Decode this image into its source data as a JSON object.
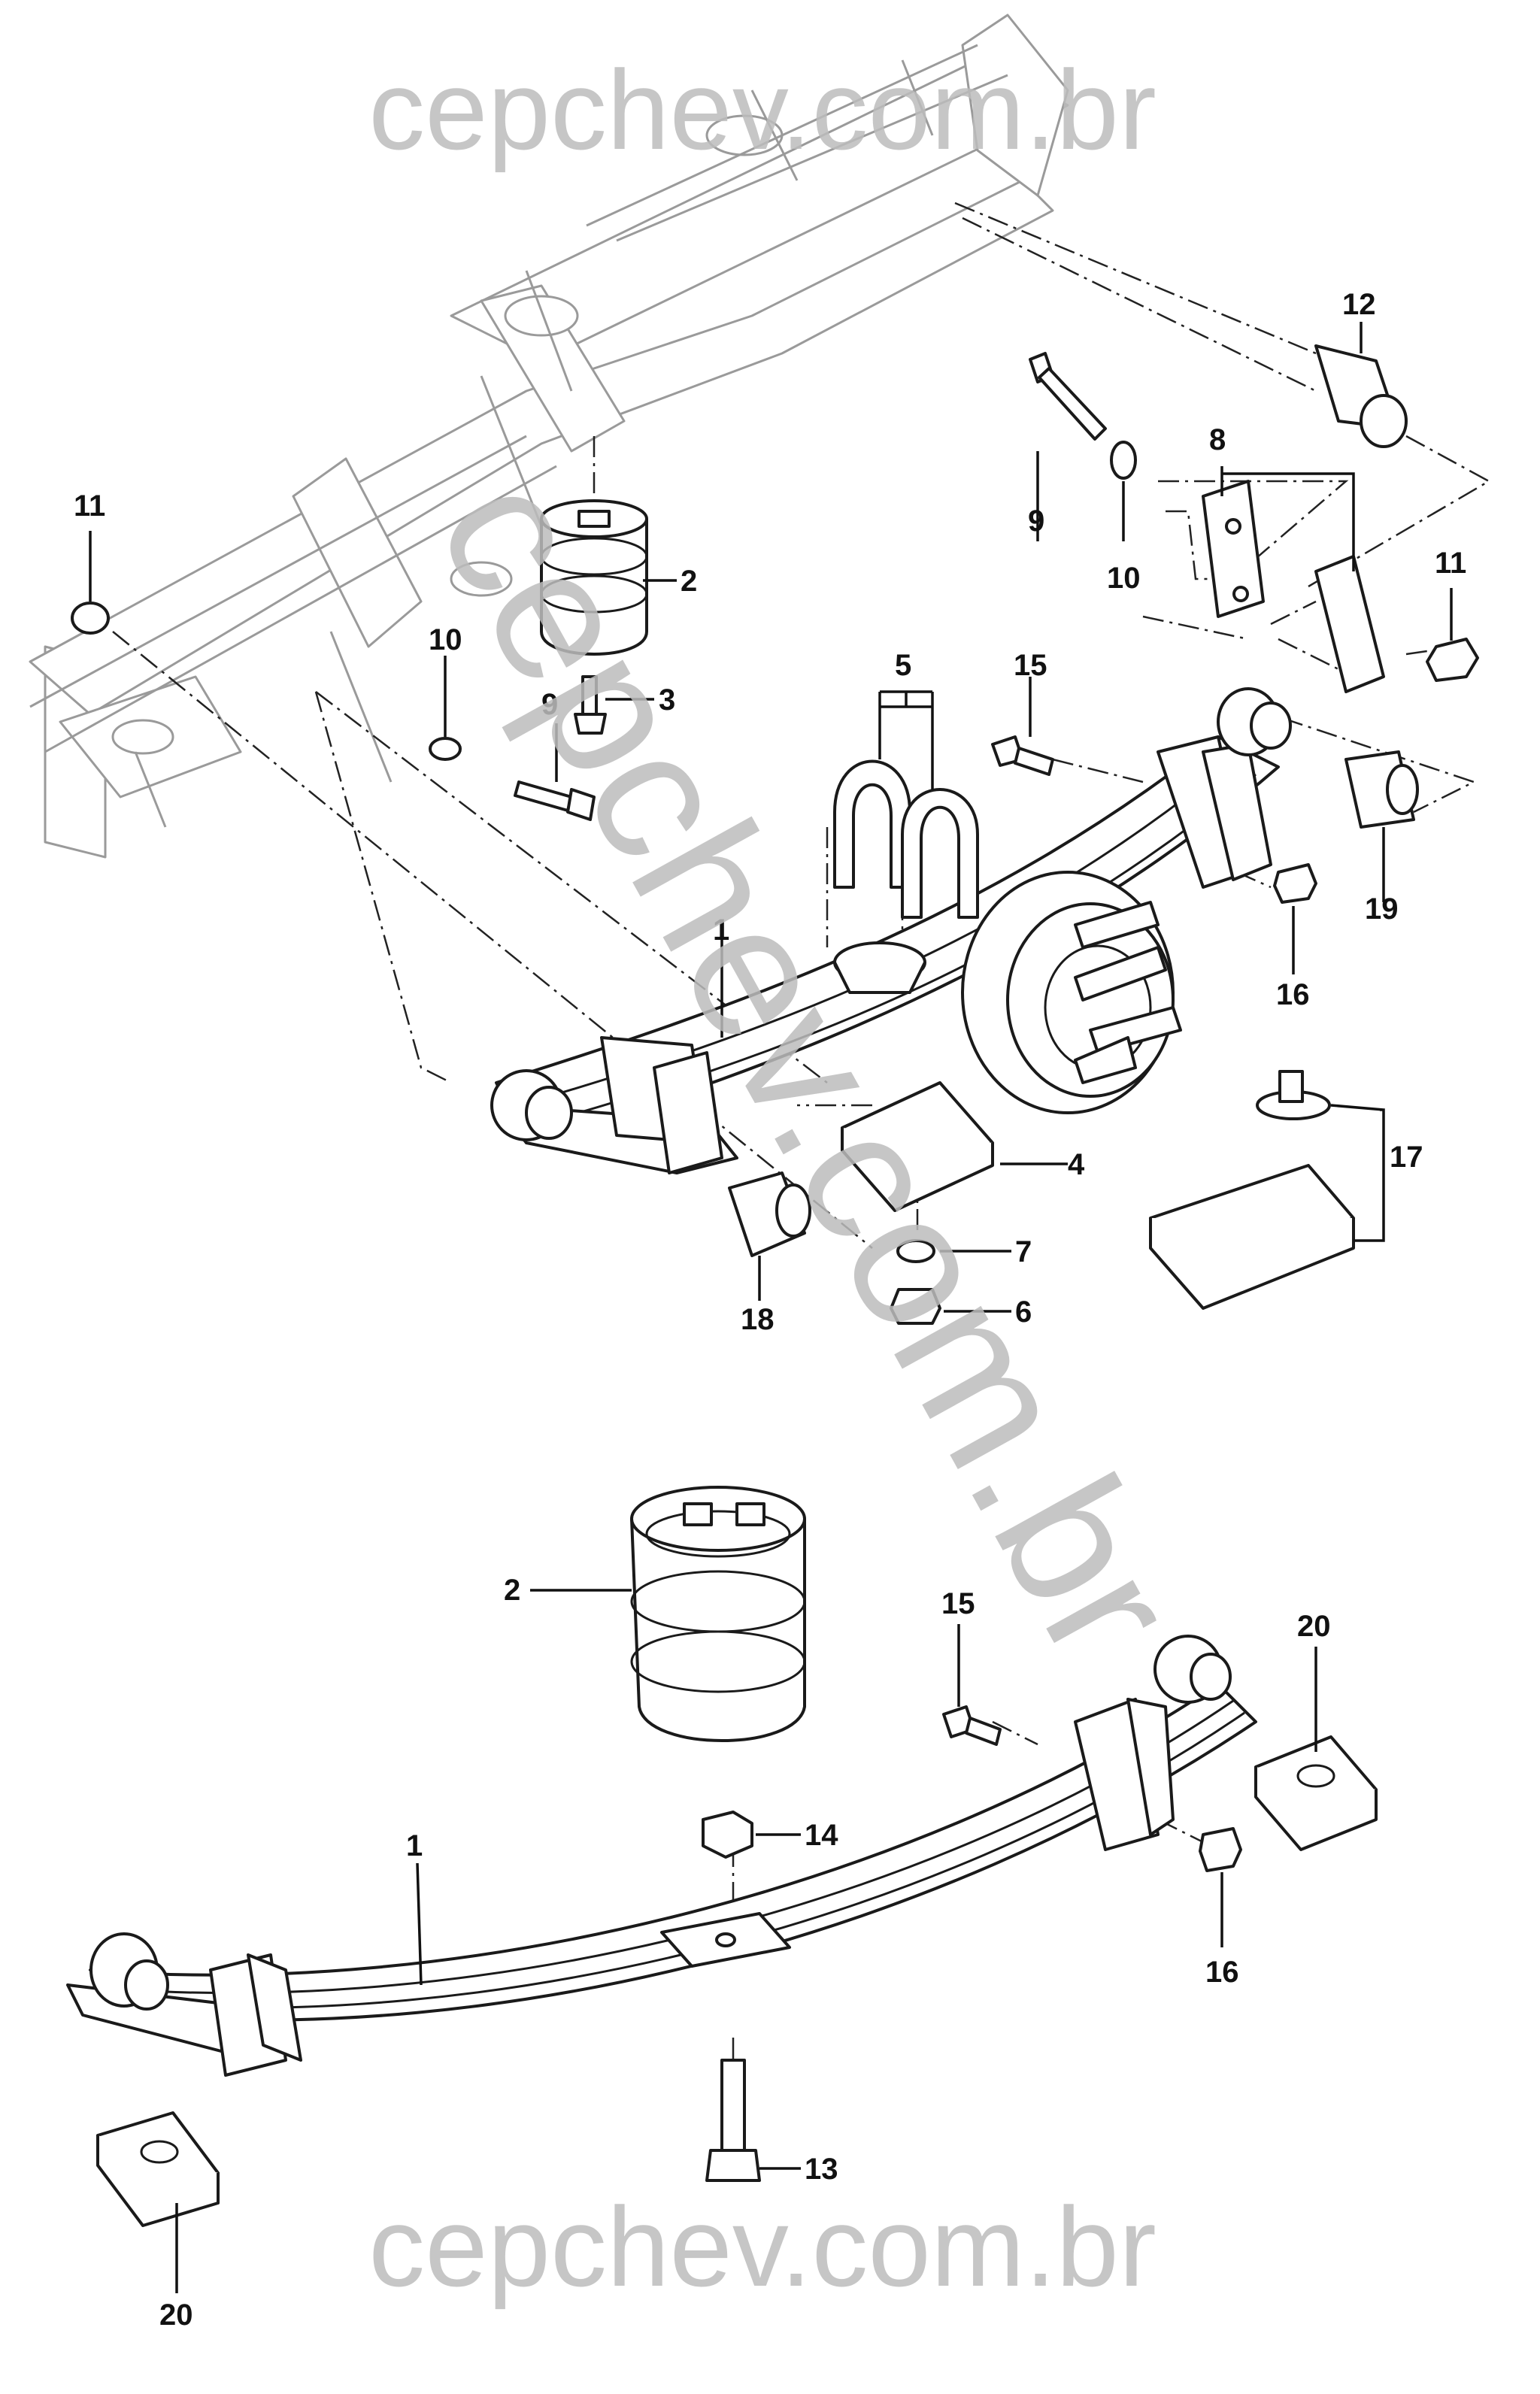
{
  "watermark": {
    "top": "cepchev.com.br",
    "diagonal": "cepchev.com.br",
    "bottom": "cepchev.com.br",
    "color": "#bdbdbd"
  },
  "callouts": {
    "upper": {
      "c1": "1",
      "c2": "2",
      "c3": "3",
      "c4": "4",
      "c5": "5",
      "c6": "6",
      "c7": "7",
      "c8": "8",
      "c9a": "9",
      "c9b": "9",
      "c10a": "10",
      "c10b": "10",
      "c11a": "11",
      "c11b": "11",
      "c12": "12",
      "c15": "15",
      "c16": "16",
      "c17": "17",
      "c18": "18",
      "c19": "19"
    },
    "lower": {
      "c1": "1",
      "c2": "2",
      "c13": "13",
      "c14": "14",
      "c15": "15",
      "c16": "16",
      "c20a": "20",
      "c20b": "20"
    }
  }
}
